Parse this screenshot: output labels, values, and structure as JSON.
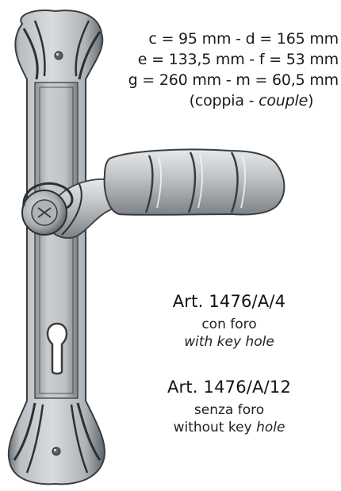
{
  "dimensions": {
    "line1": "c = 95 mm - d = 165 mm",
    "line2": "e = 133,5 mm - f = 53 mm",
    "line3": "g = 260 mm - m = 60,5 mm",
    "note_prefix": "(coppia - ",
    "note_italic": "couple",
    "note_suffix": ")"
  },
  "variants": [
    {
      "code": "Art. 1476/A/4",
      "desc_it": "con foro",
      "desc_en_italic": "with key hole"
    },
    {
      "code": "Art. 1476/A/12",
      "desc_it": "senza foro",
      "desc_en_plain": "without key ",
      "desc_en_italic": "hole"
    }
  ],
  "colors": {
    "metal_light": "#cfd3d6",
    "metal_mid": "#9aa0a4",
    "metal_dark": "#3a3d40",
    "background": "#ffffff"
  },
  "icons": {
    "product": "door-handle-on-backplate"
  }
}
